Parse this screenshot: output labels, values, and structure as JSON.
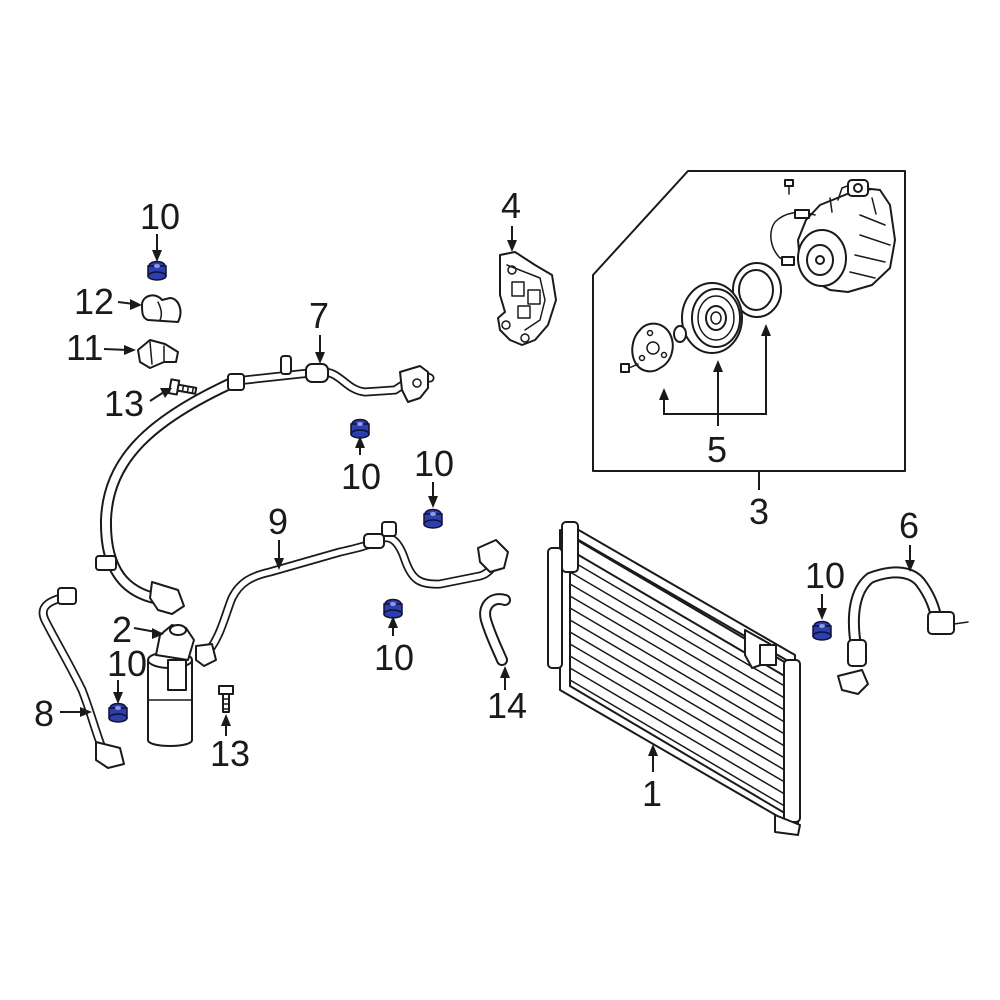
{
  "diagram": {
    "highlight_color": "#2b3fae",
    "callouts": {
      "c1": "1",
      "c2": "2",
      "c3": "3",
      "c4": "4",
      "c5": "5",
      "c6": "6",
      "c7": "7",
      "c8": "8",
      "c9": "9",
      "c10_top": "10",
      "c10_mid": "10",
      "c10_right_mid": "10",
      "c10_low": "10",
      "c10_left": "10",
      "c10_right": "10",
      "c11": "11",
      "c12": "12",
      "c13_upper": "13",
      "c13_lower": "13",
      "c14": "14"
    }
  }
}
